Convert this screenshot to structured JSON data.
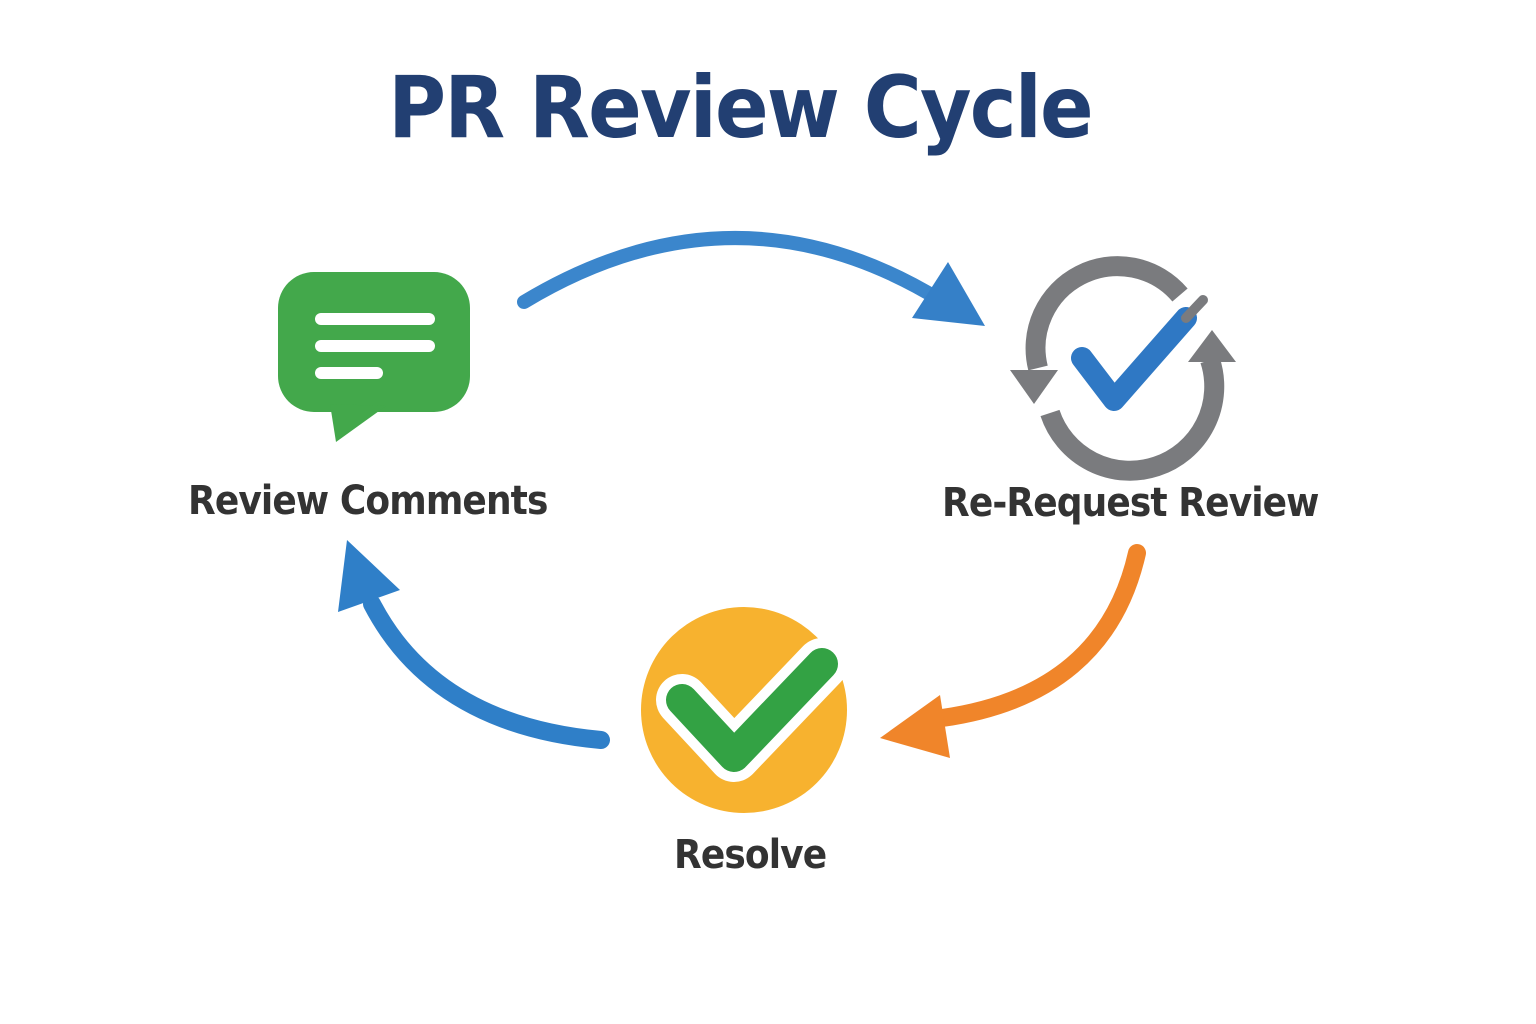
{
  "title": "PR Review Cycle",
  "nodes": [
    {
      "id": "review-comments",
      "label": "Review Comments",
      "icon": "chat-bubble-icon",
      "color": "#43a84b"
    },
    {
      "id": "re-request-review",
      "label": "Re-Request Review",
      "icon": "refresh-check-icon",
      "color": "#2f78c4",
      "ring_color": "#7a7b7e"
    },
    {
      "id": "resolve",
      "label": "Resolve",
      "icon": "check-circle-icon",
      "color": "#f7b22f",
      "check_color": "#33a244"
    }
  ],
  "edges": [
    {
      "from": "review-comments",
      "to": "re-request-review",
      "color": "#3b86cc"
    },
    {
      "from": "re-request-review",
      "to": "resolve",
      "color": "#f0852a"
    },
    {
      "from": "resolve",
      "to": "review-comments",
      "color": "#2f7fc8"
    }
  ],
  "colors": {
    "title": "#223f72",
    "label": "#333333",
    "background": "#ffffff"
  }
}
